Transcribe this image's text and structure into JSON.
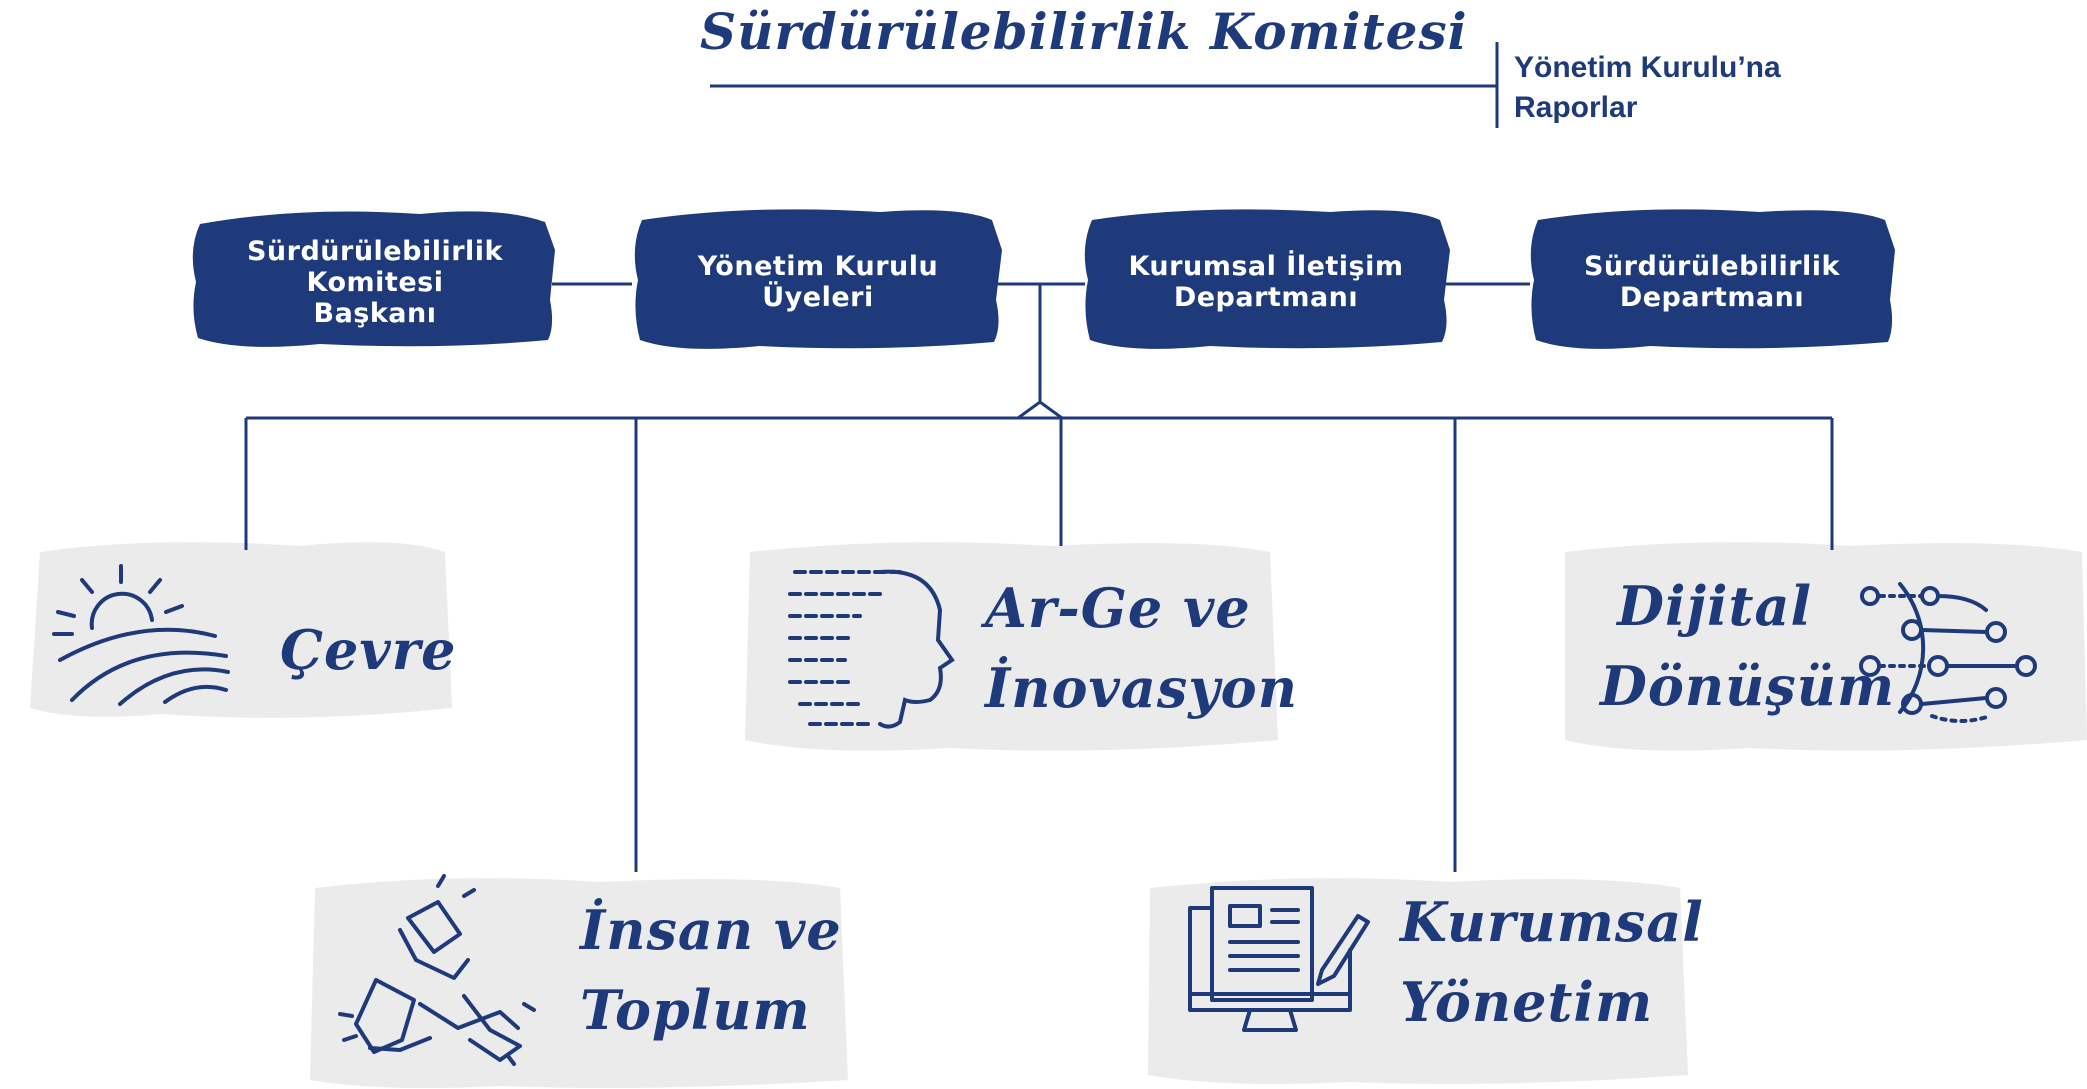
{
  "committee": {
    "title": "Sürdürülebilirlik Komitesi",
    "reports_to": [
      "Yönetim Kurulu’na",
      "Raporlar"
    ]
  },
  "members": [
    {
      "lines": [
        "Sürdürülebilirlik",
        "Komitesi",
        "Başkanı"
      ]
    },
    {
      "lines": [
        "Yönetim Kurulu",
        "Üyeleri"
      ]
    },
    {
      "lines": [
        "Kurumsal İletişim",
        "Departmanı"
      ]
    },
    {
      "lines": [
        "Sürdürülebilirlik",
        "Departmanı"
      ]
    }
  ],
  "pillars": [
    {
      "lines": [
        "Çevre"
      ],
      "icon": "sun-landscape-icon"
    },
    {
      "lines": [
        "Ar-Ge ve",
        "İnovasyon"
      ],
      "icon": "head-data-icon"
    },
    {
      "lines": [
        "Dijital",
        "Dönüşüm"
      ],
      "icon": "circuit-icon"
    },
    {
      "lines": [
        "İnsan ve",
        "Toplum"
      ],
      "icon": "joined-hands-icon"
    },
    {
      "lines": [
        "Kurumsal",
        "Yönetim"
      ],
      "icon": "monitor-document-icon"
    }
  ],
  "colors": {
    "primary": "#1f3a7a",
    "box_fill": "#1f3a7a",
    "bg_blob": "#ebebeb",
    "text_on_box": "#ffffff"
  }
}
